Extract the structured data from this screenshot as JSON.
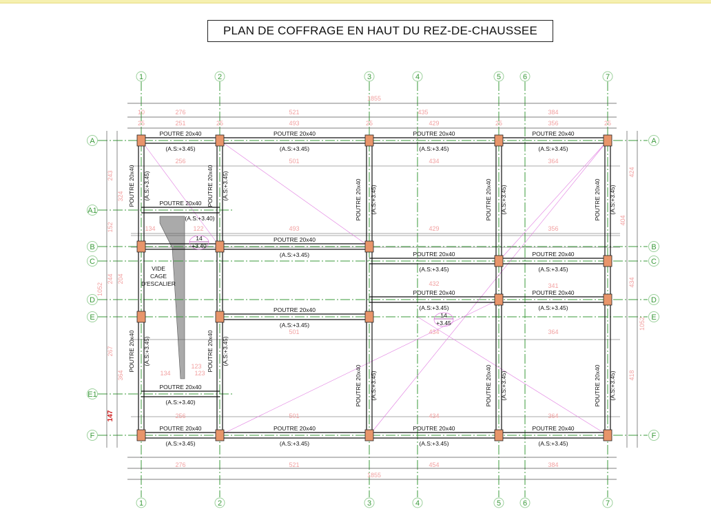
{
  "title": "PLAN DE COFFRAGE EN HAUT DU REZ-DE-CHAUSSEE",
  "colors": {
    "axis": "#3a9a3a",
    "beam": "#111111",
    "column": "#e8956a",
    "dimension": "#f2a0a0",
    "diagonal": "#e07ae0"
  },
  "axes": {
    "vertical": [
      "1",
      "2",
      "3",
      "4",
      "5",
      "6",
      "7"
    ],
    "horizontal": [
      "A",
      "A1",
      "B",
      "C",
      "D",
      "E",
      "E1",
      "F"
    ]
  },
  "beam_label": "POUTRE 20x40",
  "level_label": "(A.S:+3.45)",
  "level_label_alt": "(A.S:+3.40)",
  "beams": [
    {
      "row": "A",
      "from": "1",
      "to": "7"
    },
    {
      "row": "F",
      "from": "1",
      "to": "7"
    },
    {
      "row": "B",
      "from": "1",
      "to": "3"
    },
    {
      "row": "C",
      "from": "3",
      "to": "7"
    },
    {
      "row": "D",
      "from": "3",
      "to": "7"
    },
    {
      "row": "E",
      "from": "2",
      "to": "3"
    },
    {
      "row": "A1",
      "from": "1",
      "to": "2"
    },
    {
      "row": "E1",
      "from": "1",
      "to": "2"
    }
  ],
  "beam_labels": [
    {
      "text": "POUTRE 20x40",
      "sub": "(A.S:+3.45)",
      "col": "1-2",
      "row": "A"
    },
    {
      "text": "POUTRE 20x40",
      "sub": "(A.S:+3.45)",
      "col": "2-3",
      "row": "A"
    },
    {
      "text": "POUTRE 20x40",
      "sub": "(A.S:+3.45)",
      "col": "3-5",
      "row": "A"
    },
    {
      "text": "POUTRE 20x40",
      "sub": "(A.S:+3.45)",
      "col": "5-7",
      "row": "A"
    },
    {
      "text": "POUTRE 20x40",
      "sub": "(A.S:+3.40)",
      "col": "1-2",
      "row": "A1"
    },
    {
      "text": "POUTRE 20x40",
      "sub": "(A.S:+3.45)",
      "col": "2-3",
      "row": "B"
    },
    {
      "text": "POUTRE 20x40",
      "sub": "(A.S:+3.45)",
      "col": "3-5",
      "row": "C"
    },
    {
      "text": "POUTRE 20x40",
      "sub": "(A.S:+3.45)",
      "col": "5-7",
      "row": "C"
    },
    {
      "text": "POUTRE 20x40",
      "sub": "(A.S:+3.45)",
      "col": "3-5",
      "row": "D"
    },
    {
      "text": "POUTRE 20x40",
      "sub": "(A.S:+3.45)",
      "col": "5-7",
      "row": "D"
    },
    {
      "text": "POUTRE 20x40",
      "sub": "(A.S:+3.45)",
      "col": "2-3",
      "row": "E"
    },
    {
      "text": "POUTRE 20x40",
      "sub": "(A.S:+3.40)",
      "col": "1-2",
      "row": "E1"
    },
    {
      "text": "POUTRE 20x40",
      "sub": "(A.S:+3.45)",
      "col": "1-2",
      "row": "F"
    },
    {
      "text": "POUTRE 20x40",
      "sub": "(A.S:+3.45)",
      "col": "2-3",
      "row": "F"
    },
    {
      "text": "POUTRE 20x40",
      "sub": "(A.S:+3.45)",
      "col": "3-5",
      "row": "F"
    },
    {
      "text": "POUTRE 20x40",
      "sub": "(A.S:+3.45)",
      "col": "5-7",
      "row": "F"
    }
  ],
  "columns": [
    [
      "1",
      "A"
    ],
    [
      "2",
      "A"
    ],
    [
      "3",
      "A"
    ],
    [
      "5",
      "A"
    ],
    [
      "7",
      "A"
    ],
    [
      "1",
      "B"
    ],
    [
      "2",
      "B"
    ],
    [
      "3",
      "B"
    ],
    [
      "5",
      "C"
    ],
    [
      "7",
      "C"
    ],
    [
      "5",
      "D"
    ],
    [
      "7",
      "D"
    ],
    [
      "1",
      "E"
    ],
    [
      "2",
      "E"
    ],
    [
      "3",
      "E"
    ],
    [
      "1",
      "F"
    ],
    [
      "2",
      "F"
    ],
    [
      "3",
      "F"
    ],
    [
      "5",
      "F"
    ],
    [
      "7",
      "F"
    ]
  ],
  "dims_top_1": [
    "10",
    "276",
    "521",
    "435",
    "384"
  ],
  "dims_top_2": [
    "25",
    "251",
    "25",
    "493",
    "25",
    "429",
    "25",
    "356",
    "25"
  ],
  "dims_top_total": "1855",
  "dims_bottom_1": [
    "276",
    "521",
    "454",
    "384"
  ],
  "dims_bottom_total": "1855",
  "dims_inner": [
    "256",
    "501",
    "434",
    "364",
    "493",
    "429",
    "356",
    "122",
    "134",
    "123",
    "432",
    "341",
    "501",
    "434",
    "364",
    "256",
    "501",
    "434",
    "364",
    "134",
    "123"
  ],
  "dims_left": [
    "243",
    "152",
    "244",
    "267",
    "1052",
    "324",
    "204",
    "364"
  ],
  "dims_right": [
    "424",
    "404",
    "434",
    "418",
    "1052"
  ],
  "stair": {
    "line1": "VIDE",
    "line2": "CAGE",
    "line3": "D'ESCALIER"
  },
  "level_marks": [
    {
      "num": "14",
      "level": "+3.40"
    },
    {
      "num": "14",
      "level": "+3.45"
    }
  ],
  "red_dim": "147"
}
